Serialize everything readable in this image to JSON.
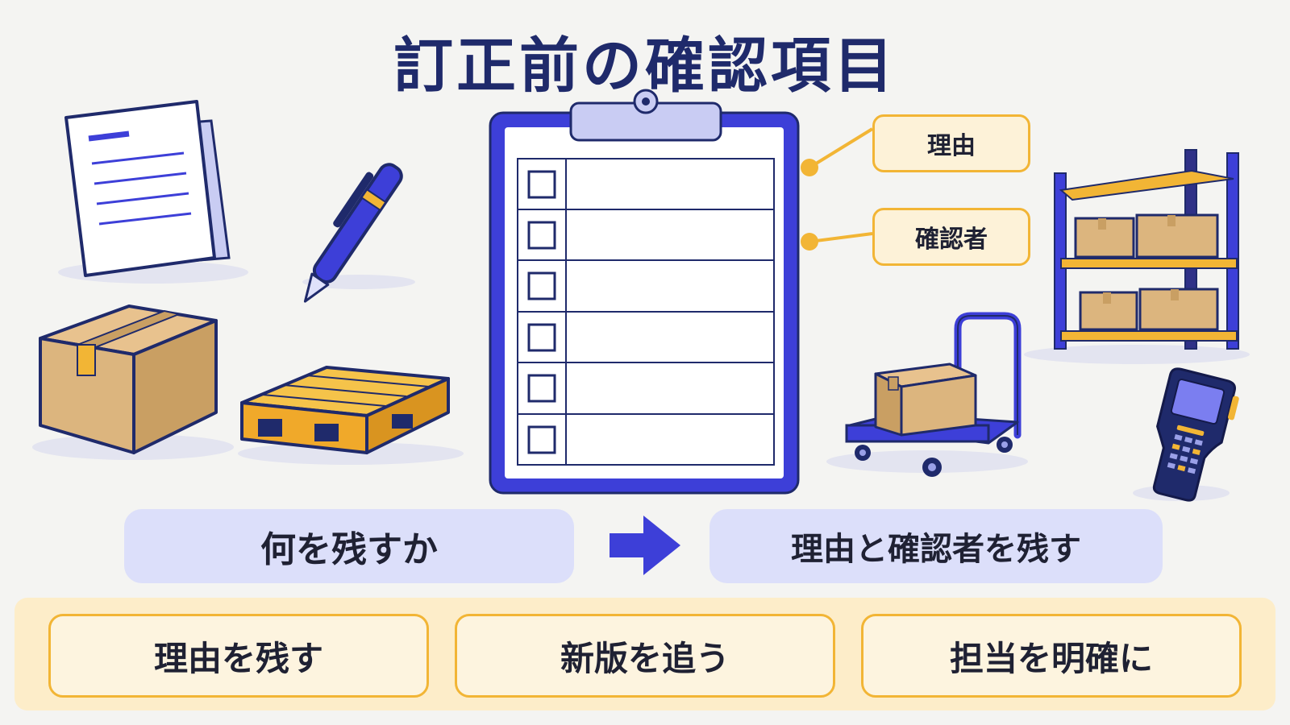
{
  "title": "訂正前の確認項目",
  "callouts": [
    "理由",
    "確認者"
  ],
  "flow": {
    "from": "何を残すか",
    "to": "理由と確認者を残す"
  },
  "points": [
    "理由を残す",
    "新版を追う",
    "担当を明確に"
  ],
  "colors": {
    "navy": "#1f2a6b",
    "blue": "#3d3fd8",
    "accent_orange": "#f2b535",
    "lavender": "#dcdffa",
    "cardboard": "#dcb57e"
  },
  "icons": [
    "document-icon",
    "pen-icon",
    "cardboard-box-icon",
    "pallet-icon",
    "clipboard-checklist-icon",
    "hand-truck-icon",
    "shelving-rack-icon",
    "barcode-scanner-icon",
    "arrow-right-icon"
  ]
}
